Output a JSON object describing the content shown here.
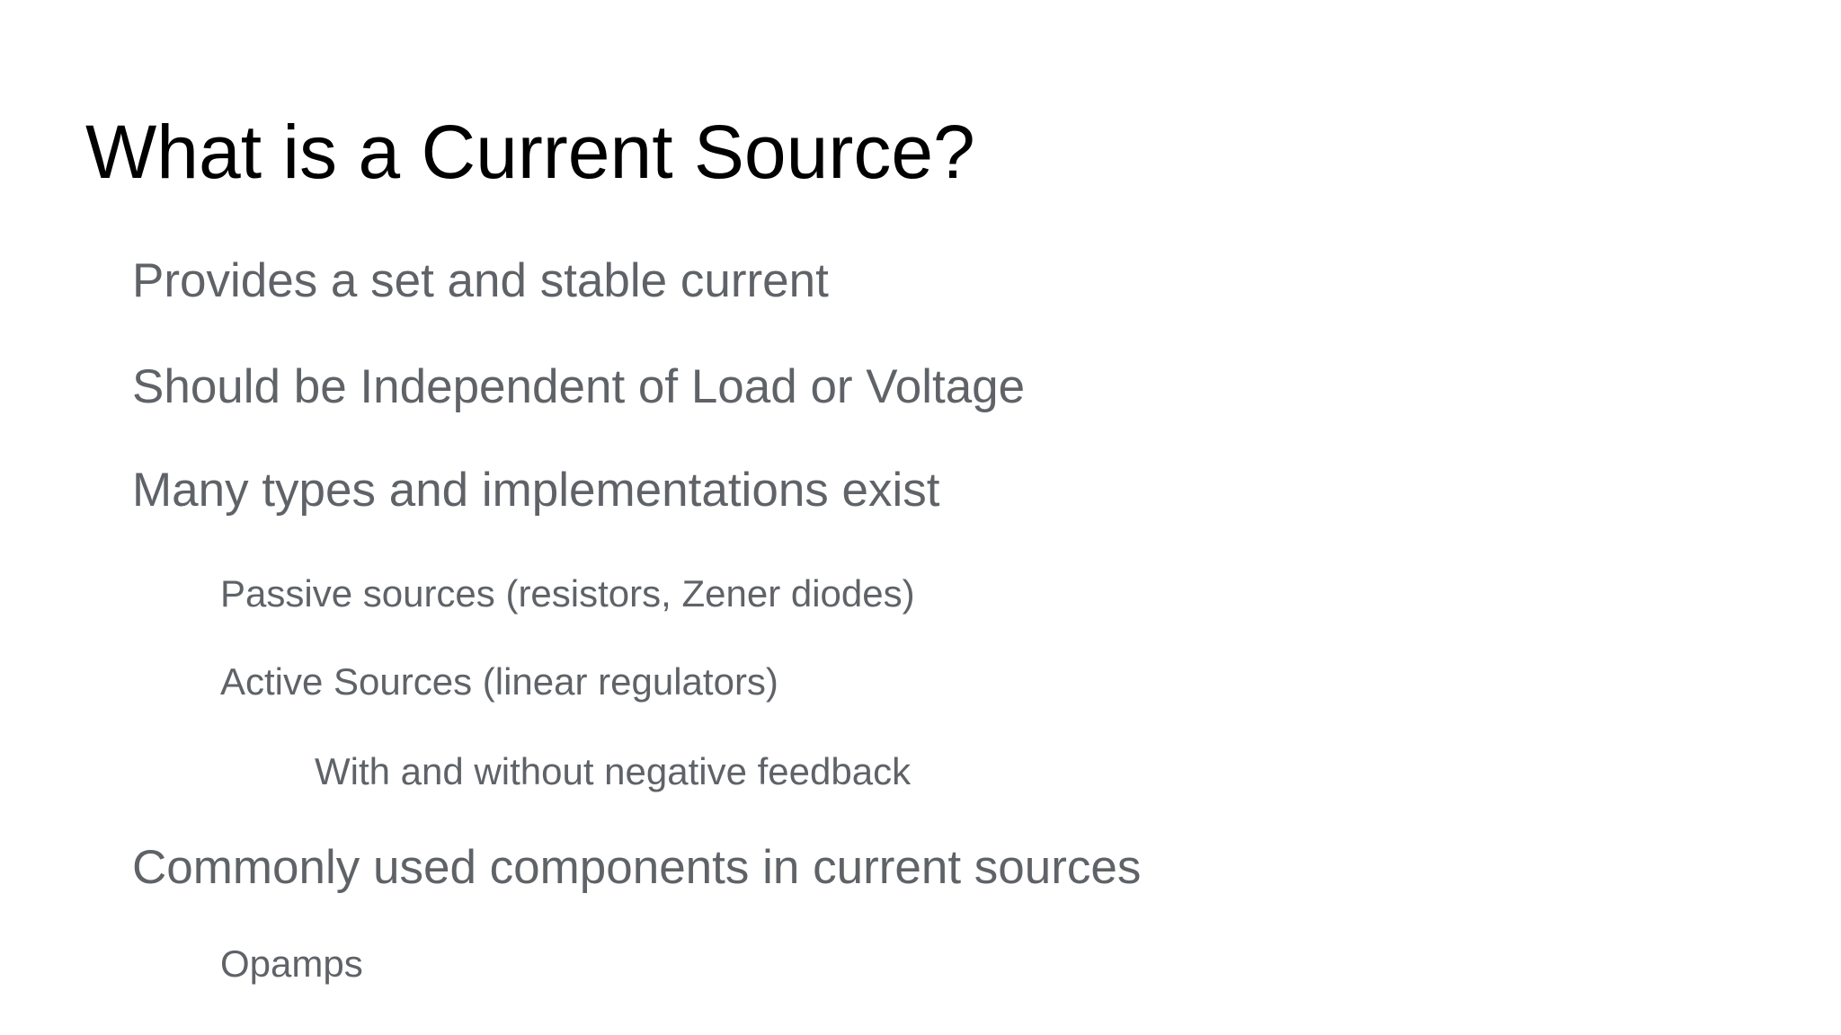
{
  "colors": {
    "background": "#ffffff",
    "title_text": "#000000",
    "body_text": "#5f6368"
  },
  "slide": {
    "title": "What is a Current Source?",
    "bullets": [
      {
        "level": 1,
        "text": "Provides a set and stable current"
      },
      {
        "level": 1,
        "text": "Should be Independent of Load or Voltage"
      },
      {
        "level": 1,
        "text": "Many types and implementations exist"
      },
      {
        "level": 2,
        "text": "Passive sources (resistors, Zener diodes)"
      },
      {
        "level": 2,
        "text": "Active Sources (linear regulators)"
      },
      {
        "level": 3,
        "text": "With and without negative feedback"
      },
      {
        "level": 1,
        "text": "Commonly used components in current sources"
      },
      {
        "level": 2,
        "text": "Opamps"
      }
    ]
  }
}
